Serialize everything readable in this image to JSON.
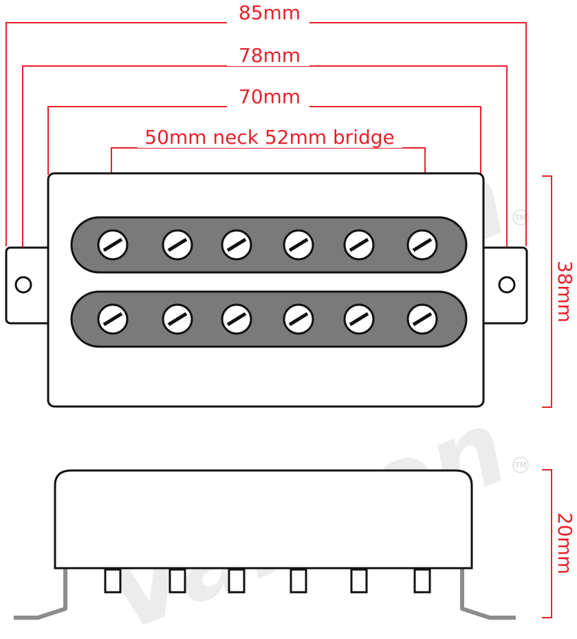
{
  "dimensions": {
    "width_85": "85mm",
    "width_78": "78mm",
    "width_70": "70mm",
    "pole_spacing": "50mm neck 52mm bridge",
    "height_38": "38mm",
    "depth_20": "20mm"
  },
  "watermark": {
    "brand": "Vanson",
    "trademark": "TM"
  },
  "colors": {
    "dimension": "#e8202a",
    "outline": "#111111",
    "bobbin": "#7a7a7a",
    "watermark": "#ececec",
    "legs": "#8c8c8c"
  }
}
